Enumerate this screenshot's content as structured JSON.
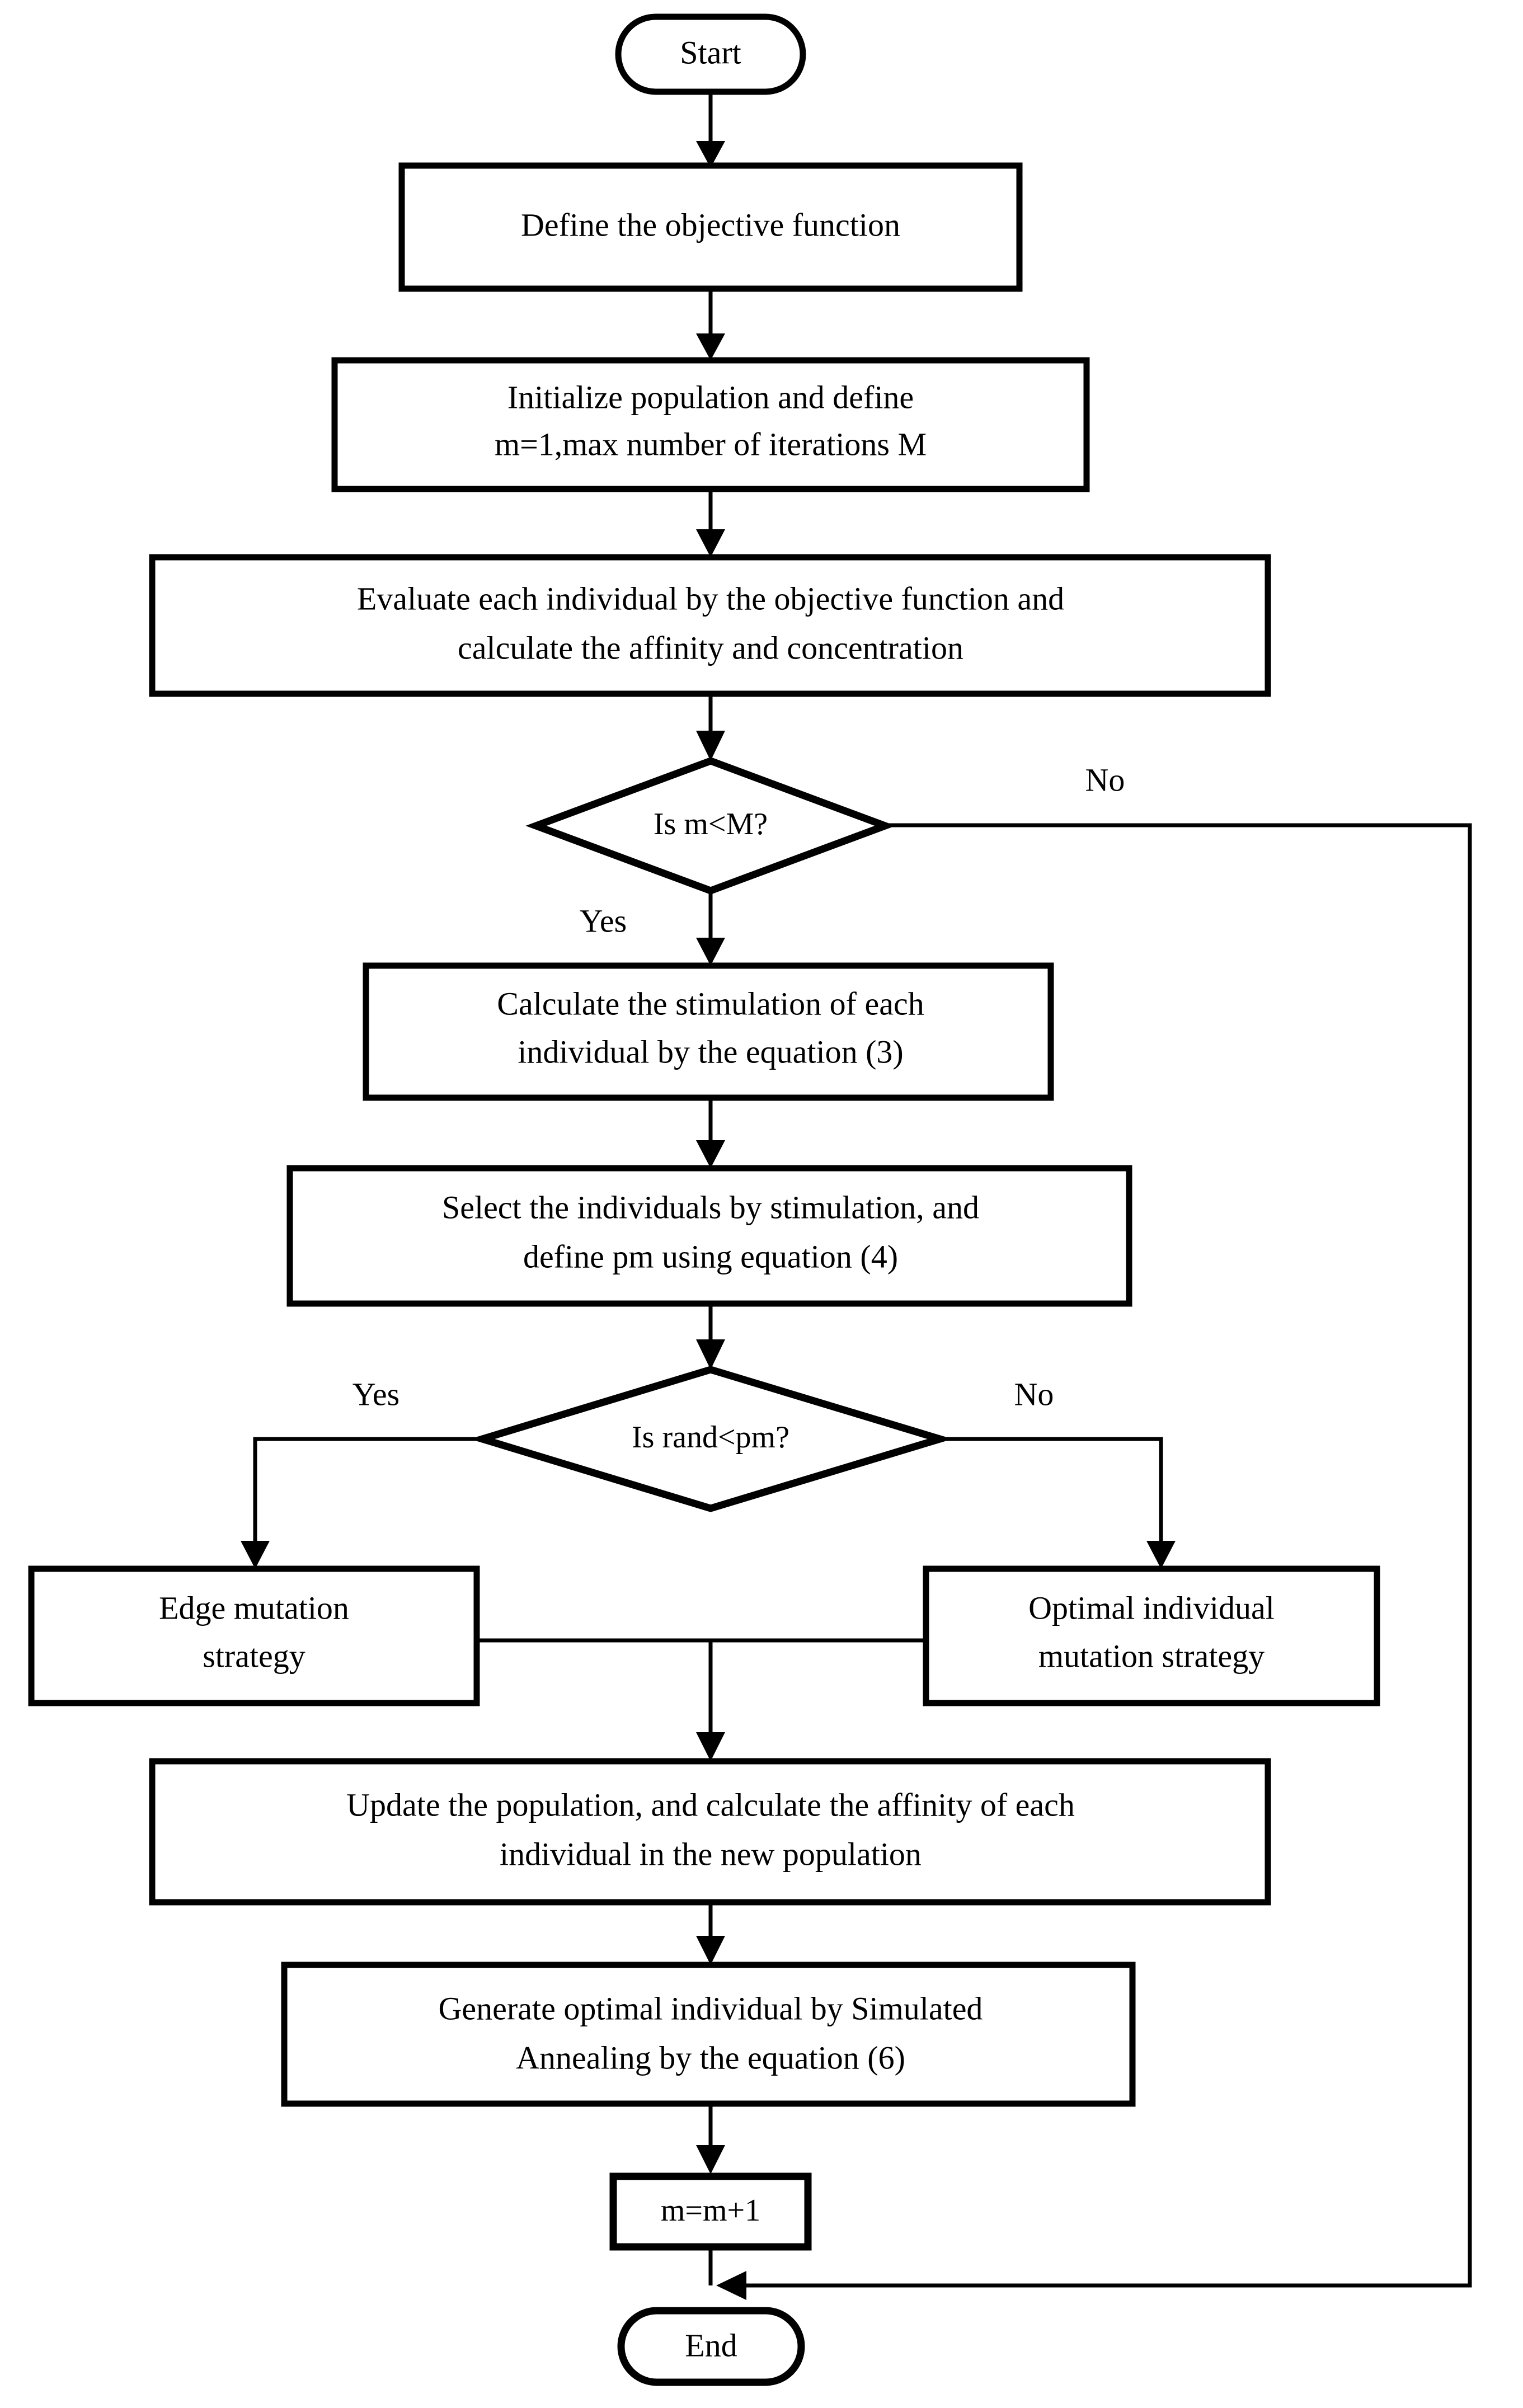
{
  "diagram": {
    "title": "Immune algorithm with simulated annealing flowchart",
    "colors": {
      "background": "#ffffff",
      "stroke": "#000000",
      "fill": "#ffffff",
      "text": "#000000"
    },
    "nodes": {
      "start": {
        "label": "Start",
        "shape": "terminal"
      },
      "define_objective": {
        "label": "Define the objective function",
        "shape": "process"
      },
      "initialize": {
        "shape": "process",
        "line1": "Initialize population and define",
        "line2": "m=1,max number of iterations M"
      },
      "evaluate": {
        "shape": "process",
        "line1": "Evaluate each individual  by the objective function and",
        "line2": "calculate the affinity  and concentration"
      },
      "decision_iter": {
        "label": "Is m<M?",
        "shape": "decision"
      },
      "stimulation": {
        "shape": "process",
        "line1": "Calculate the stimulation of each",
        "line2": "individual by the equation (3)"
      },
      "select": {
        "shape": "process",
        "line1": "Select the individuals by stimulation, and",
        "line2": "define pm using equation (4)"
      },
      "decision_rand": {
        "label": "Is rand<pm?",
        "shape": "decision"
      },
      "edge_mutation": {
        "shape": "process",
        "line1": "Edge mutation",
        "line2": "strategy"
      },
      "optimal_mutation": {
        "shape": "process",
        "line1": "Optimal individual",
        "line2": "mutation strategy"
      },
      "update_population": {
        "shape": "process",
        "line1": "Update the population,  and calculate the affinity of each",
        "line2": "individual in the new population"
      },
      "simulated_annealing": {
        "shape": "process",
        "line1": "Generate optimal individual by Simulated",
        "line2": "Annealing by the equation (6)"
      },
      "increment": {
        "label": "m=m+1",
        "shape": "process"
      },
      "end": {
        "label": "End",
        "shape": "terminal"
      }
    },
    "branch_labels": {
      "iter_no": "No",
      "iter_yes": "Yes",
      "rand_yes": "Yes",
      "rand_no": "No"
    }
  }
}
